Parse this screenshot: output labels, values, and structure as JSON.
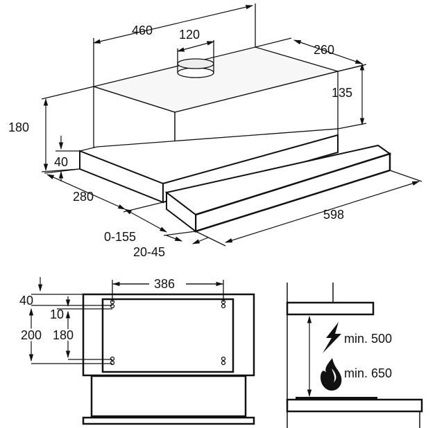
{
  "top_view": {
    "width_460": "460",
    "duct_120": "120",
    "depth_260": "260",
    "height_135": "135",
    "height_180": "180",
    "base_40": "40",
    "depth_280": "280",
    "extension_0_155": "0-155",
    "offset_20_45": "20-45",
    "width_598": "598"
  },
  "front_view": {
    "dim_386": "386",
    "dim_40": "40",
    "dim_10": "10",
    "dim_200": "200",
    "dim_180": "180"
  },
  "side_view": {
    "min_electric": "min. 500",
    "min_gas": "min. 650",
    "electric_icon": "lightning-icon",
    "gas_icon": "flame-icon"
  }
}
